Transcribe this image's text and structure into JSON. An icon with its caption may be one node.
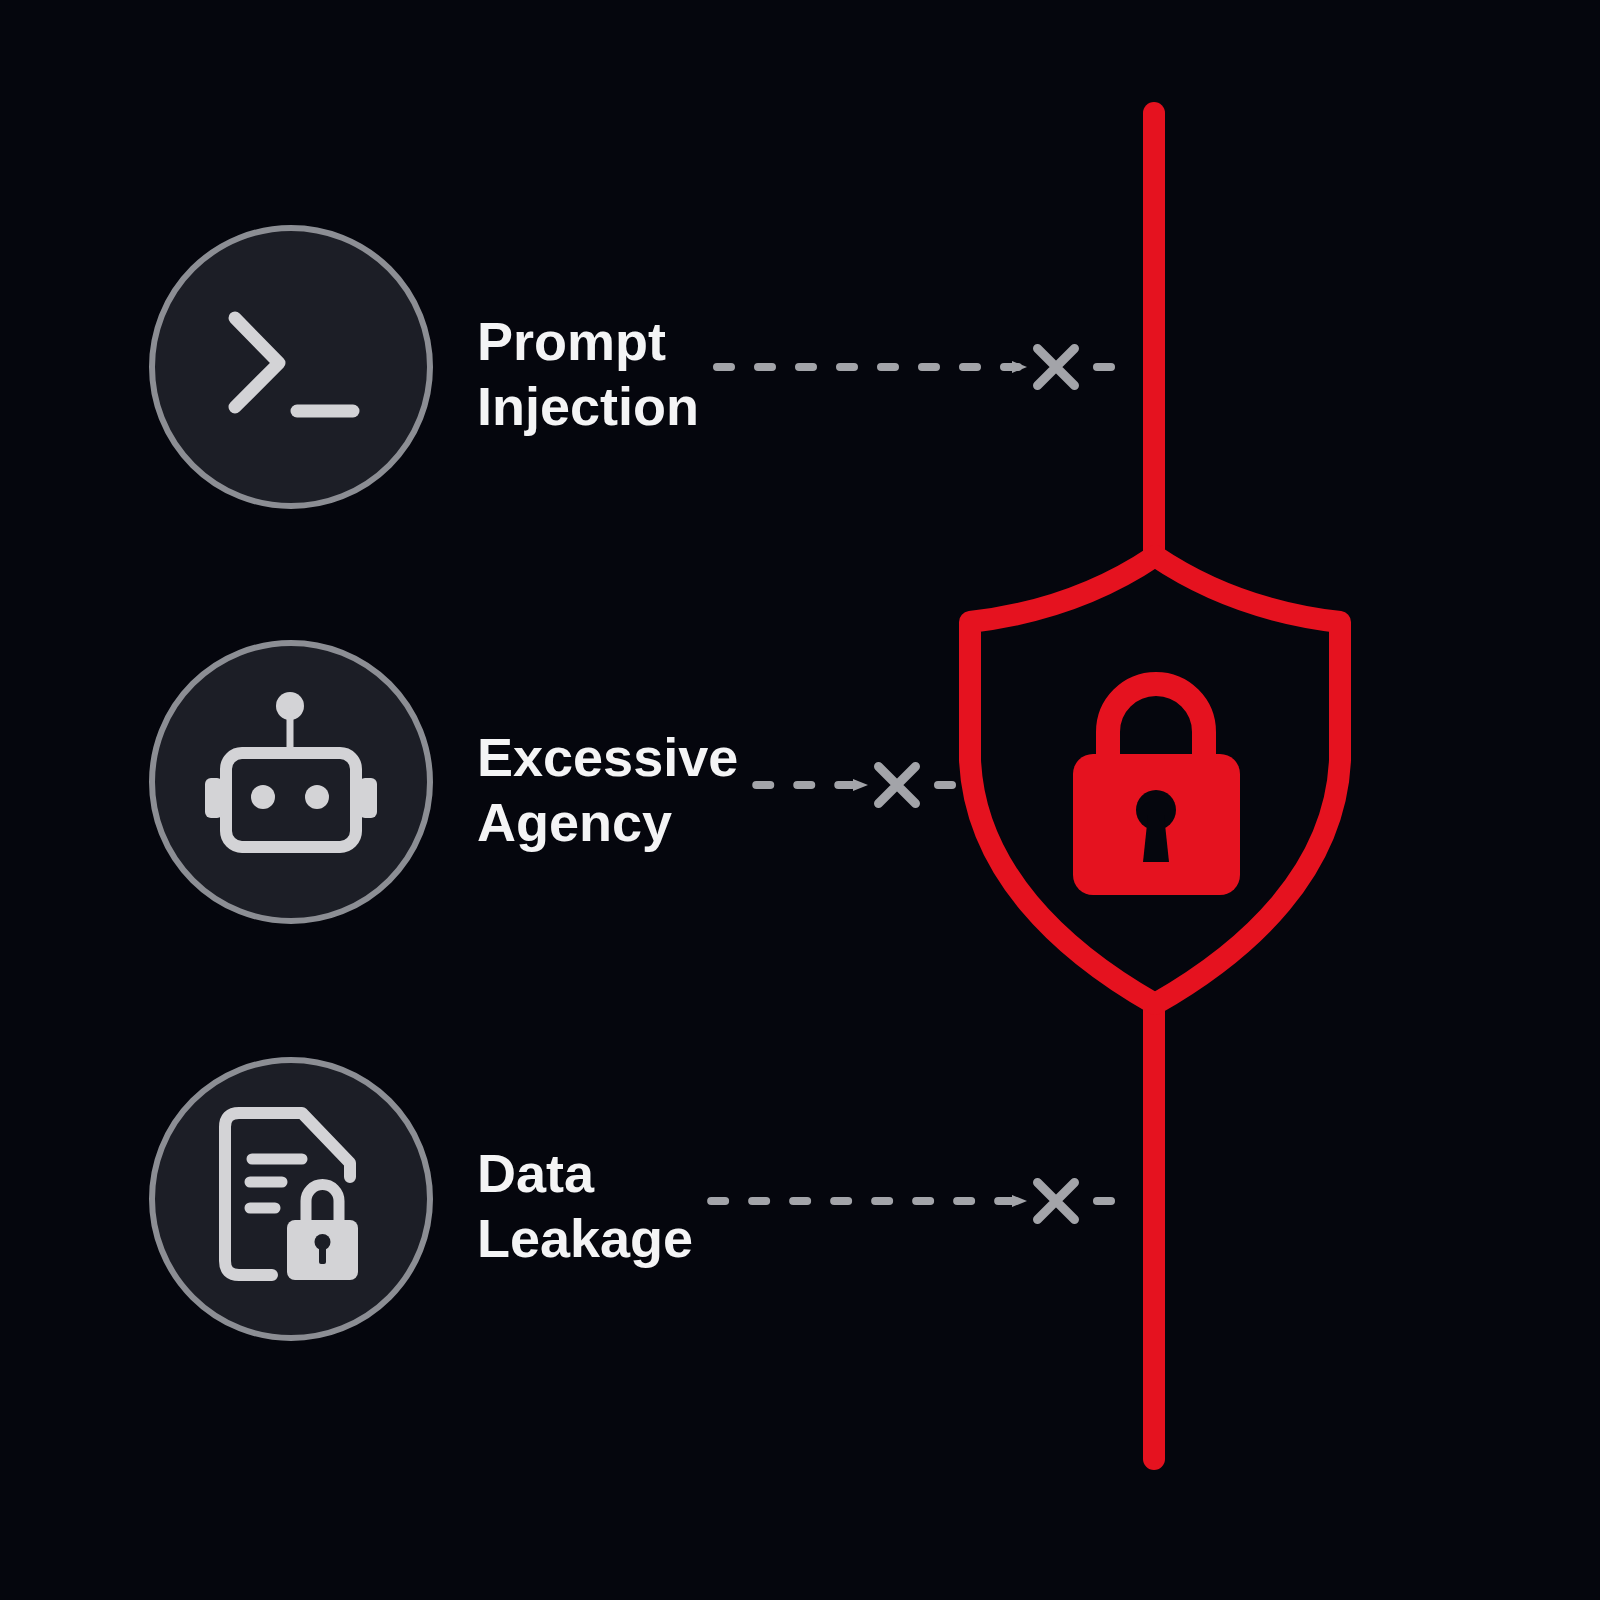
{
  "diagram": {
    "nodes": [
      {
        "text": [
          "Prompt Injection"
        ]
      },
      {
        "text": [],
        "shape": "cross"
      },
      {
        "text": [
          "Excessive Agency"
        ]
      },
      {
        "text": [],
        "shape": "cross"
      },
      {
        "text": [
          "Data Leakage"
        ]
      },
      {
        "text": [],
        "shape": "cross"
      },
      {
        "text": [],
        "shape": "bar"
      },
      {
        "text": [],
        "shape": "shield"
      }
    ],
    "edges": [
      {
        "from": 0,
        "to": 1,
        "arrow": "to",
        "style": "dashed"
      },
      {
        "from": 1,
        "to": 6,
        "arrow": "none",
        "style": "dashed"
      },
      {
        "from": 2,
        "to": 3,
        "arrow": "to",
        "style": "dashed"
      },
      {
        "from": 3,
        "to": 7,
        "arrow": "none",
        "style": "dashed"
      },
      {
        "from": 4,
        "to": 5,
        "arrow": "to",
        "style": "dashed"
      },
      {
        "from": 5,
        "to": 6,
        "arrow": "none",
        "style": "dashed"
      }
    ]
  }
}
